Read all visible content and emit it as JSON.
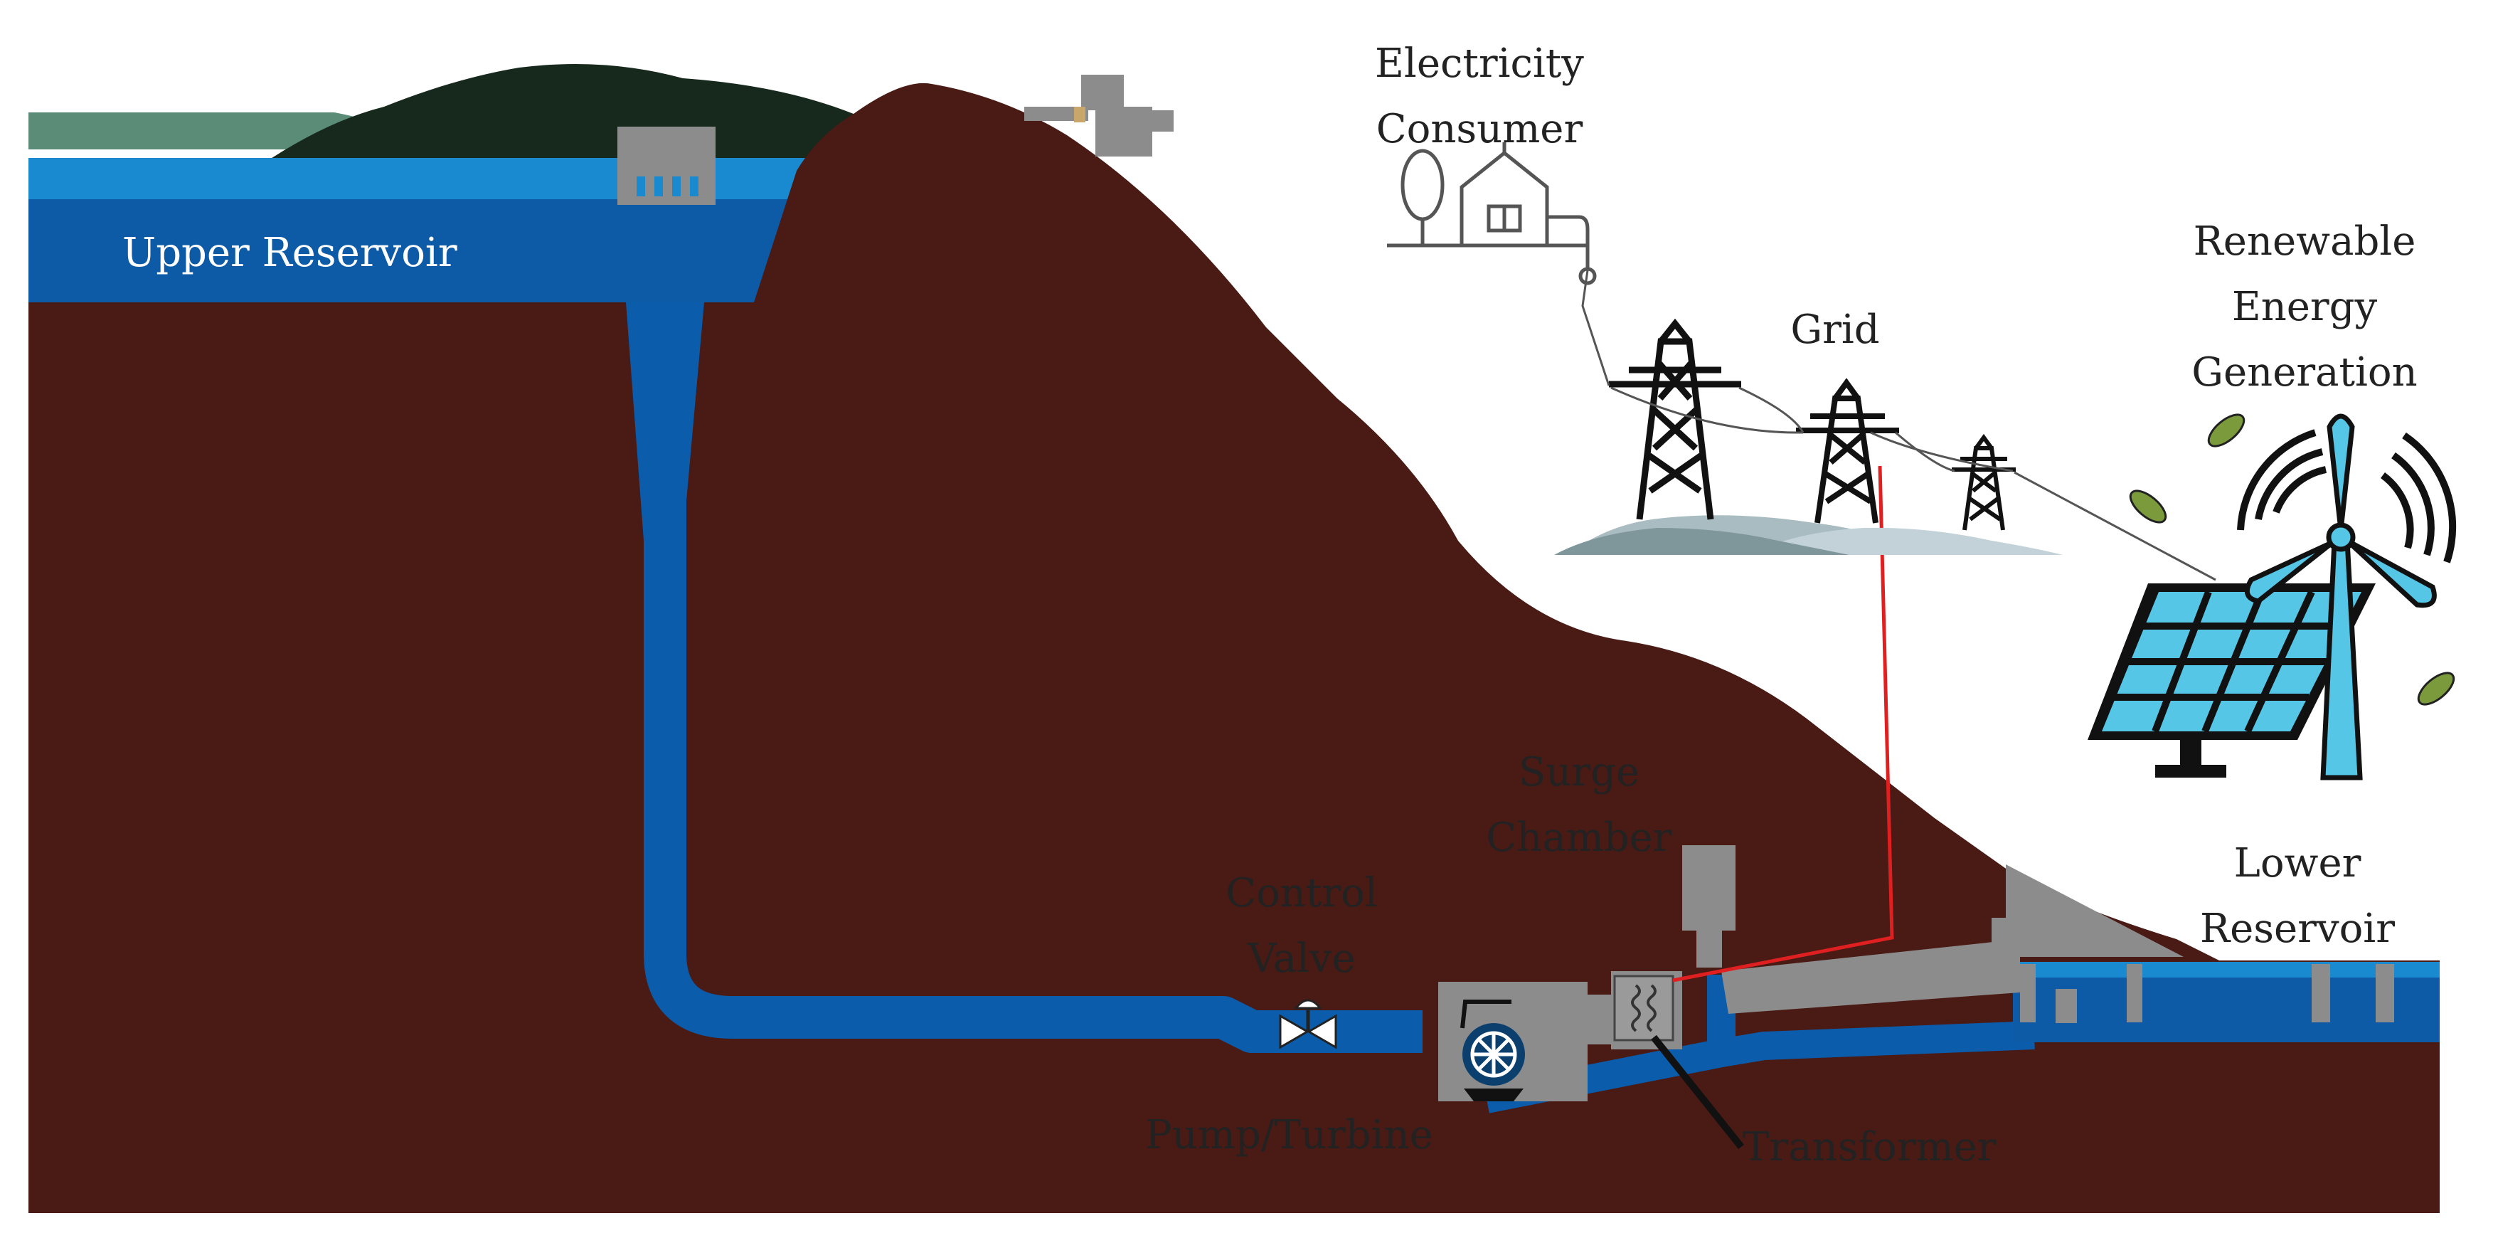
{
  "labels": {
    "upper_reservoir": "Upper Reservoir",
    "electricity_consumer": [
      "Electricity",
      "Consumer"
    ],
    "grid": "Grid",
    "renewable_generation": [
      "Renewable",
      "Energy",
      "Generation"
    ],
    "surge_chamber": [
      "Surge",
      "Chamber"
    ],
    "control_valve": [
      "Control",
      "Valve"
    ],
    "lower_reservoir": [
      "Lower",
      "Reservoir"
    ],
    "pump_turbine": "Pump/Turbine",
    "transformer": "Transformer"
  },
  "colors": {
    "ground": "#4a1a14",
    "water_light": "#1a8ad0",
    "water_dark": "#0d5aa6",
    "pipe": "#0b5cab",
    "concrete": "#8c8c8c",
    "hill_dark": "#16291c",
    "hill_far": "#5b8c78",
    "mountain_grey": "#a9bcc2",
    "tower": "#111111",
    "power_line": "#e02020",
    "solar_blue": "#55c6e6",
    "leaf_green": "#7a9a3c"
  }
}
